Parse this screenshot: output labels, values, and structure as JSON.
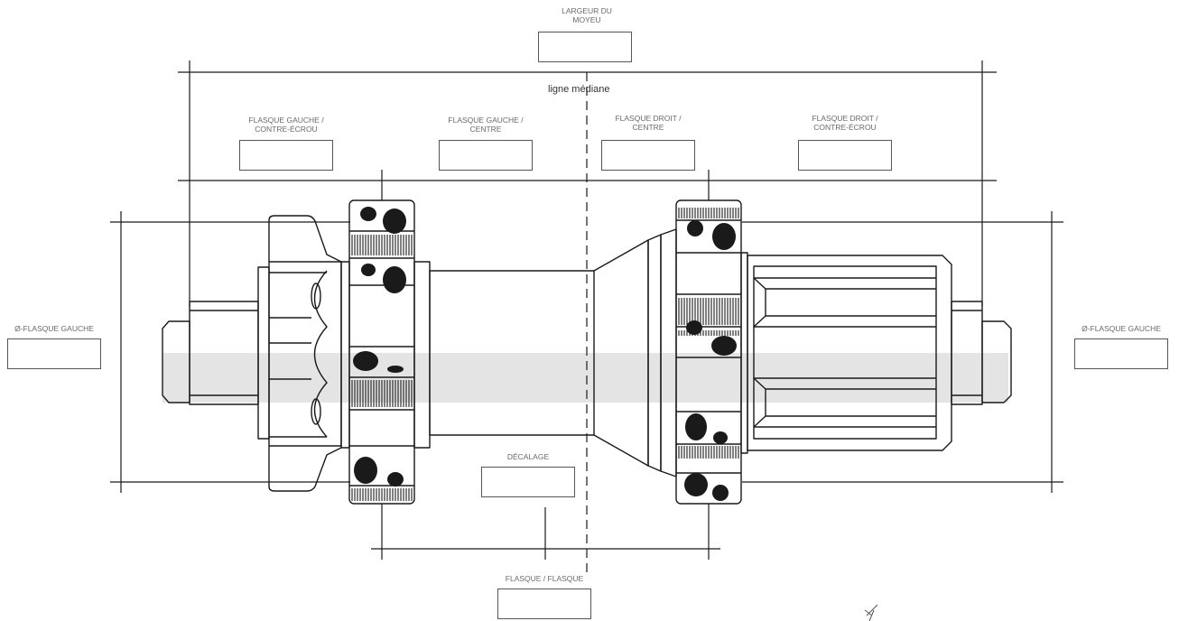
{
  "labels": {
    "hub_width": "LARGEUR DU\nMOYEU",
    "centerline": "ligne médiane",
    "left_flange_locknut": "FLASQUE GAUCHE /\nCONTRE-ÉCROU",
    "left_flange_center": "FLASQUE GAUCHE /\nCENTRE",
    "right_flange_center": "FLASQUE DROIT /\nCENTRE",
    "right_flange_locknut": "FLASQUE DROIT /\nCONTRE-ÉCROU",
    "left_diameter": "Ø-FLASQUE GAUCHE",
    "right_diameter": "Ø-FLASQUE GAUCHE",
    "offset": "DÉCALAGE",
    "flange_to_flange": "FLASQUE / FLASQUE"
  },
  "inputs": {
    "hub_width": "",
    "left_flange_locknut": "",
    "left_flange_center": "",
    "right_flange_center": "",
    "right_flange_locknut": "",
    "left_diameter": "",
    "right_diameter": "",
    "offset": "",
    "flange_to_flange": ""
  },
  "colors": {
    "line": "#1a1a1a",
    "shade": "#e4e4e4",
    "label": "#6a6a6a"
  }
}
